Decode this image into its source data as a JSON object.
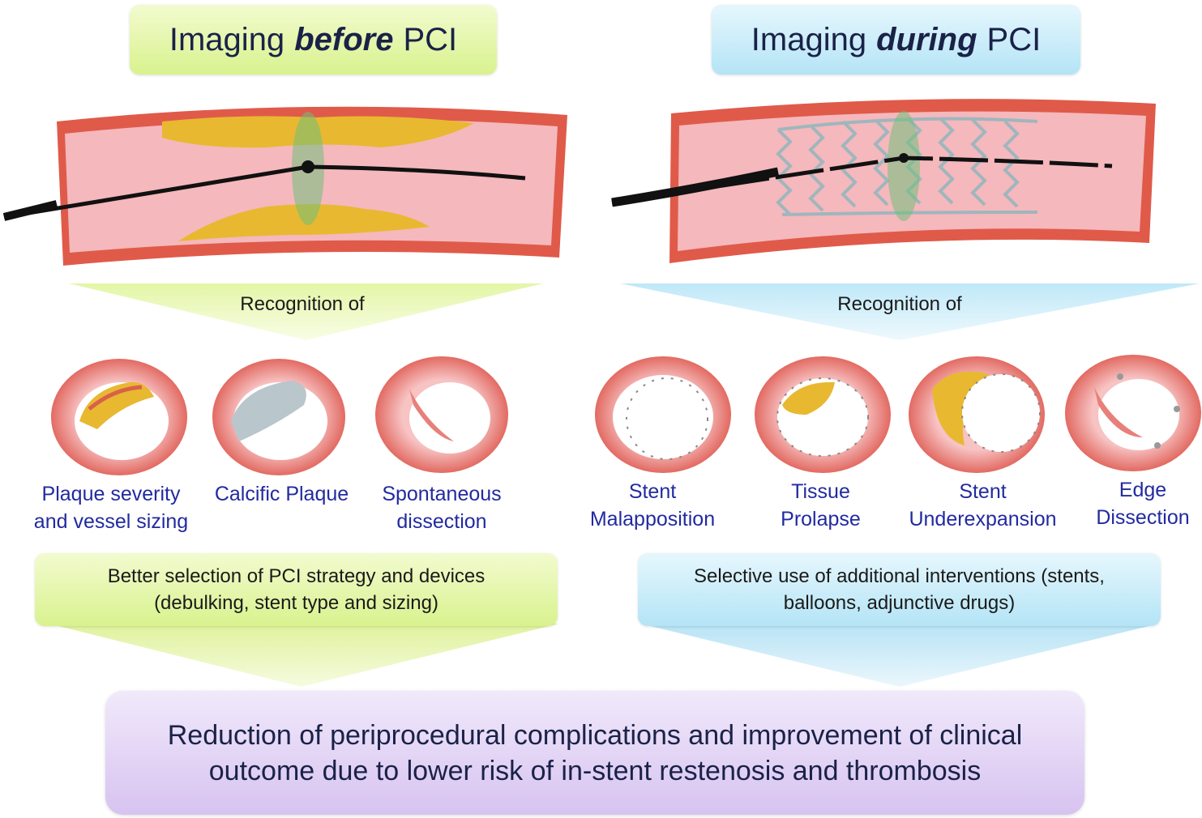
{
  "left": {
    "title": {
      "pre": "Imaging",
      "emph": "before",
      "post": "PCI"
    },
    "recognition_label": "Recognition of",
    "findings": [
      {
        "line1": "Plaque severity",
        "line2": "and vessel sizing"
      },
      {
        "line1": "Calcific Plaque",
        "line2": ""
      },
      {
        "line1": "Spontaneous",
        "line2": "dissection"
      }
    ],
    "action": {
      "line1": "Better selection of PCI strategy and devices",
      "line2": "(debulking, stent type and sizing)"
    }
  },
  "right": {
    "title": {
      "pre": "Imaging",
      "emph": "during",
      "post": "PCI"
    },
    "recognition_label": "Recognition of",
    "findings": [
      {
        "line1": "Stent",
        "line2": "Malapposition"
      },
      {
        "line1": "Tissue",
        "line2": "Prolapse"
      },
      {
        "line1": "Stent",
        "line2": "Underexpansion"
      },
      {
        "line1": "Edge",
        "line2": "Dissection"
      }
    ],
    "action": {
      "line1": "Selective use of additional interventions (stents,",
      "line2": "balloons, adjunctive drugs)"
    }
  },
  "outcome": {
    "line1": "Reduction of periprocedural complications and improvement of clinical",
    "line2": "outcome due to lower risk of in-stent restenosis and thrombosis"
  },
  "colors": {
    "green_fill": "#d9f28e",
    "blue_fill": "#b4e4f6",
    "purple_fill": "#d7c3f0",
    "vessel_wall": "#e05a4a",
    "vessel_lumen": "#f5b8bc",
    "plaque": "#e8b830",
    "caption_text": "#222aa0"
  }
}
